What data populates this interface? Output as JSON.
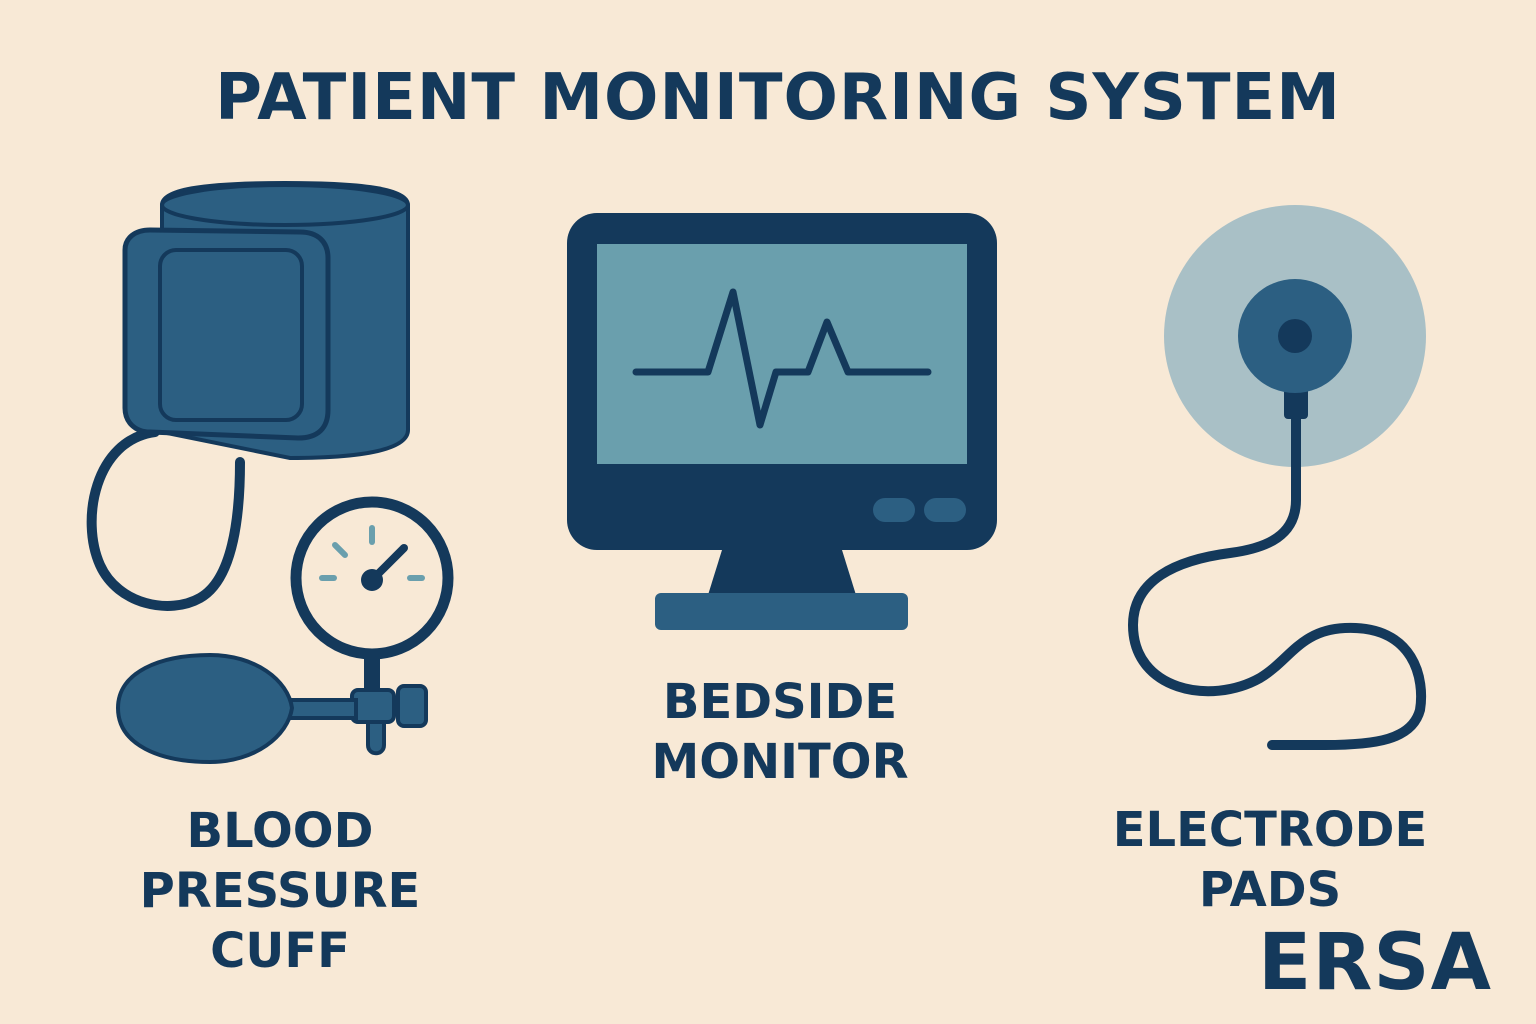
{
  "title": "PATIENT MONITORING SYSTEM",
  "items": [
    {
      "icon": "blood-pressure-cuff-icon",
      "label_lines": [
        "BLOOD",
        "PRESSURE",
        "CUFF"
      ]
    },
    {
      "icon": "bedside-monitor-icon",
      "label_lines": [
        "BEDSIDE",
        "MONITOR"
      ]
    },
    {
      "icon": "electrode-pad-icon",
      "label_lines": [
        "ELECTRODE",
        "PADS"
      ]
    }
  ],
  "watermark": "ERSA",
  "colors": {
    "background": "#f8e9d6",
    "navy": "#14395b",
    "steel_blue": "#2c5f82",
    "screen_teal": "#6a9fad",
    "pad_halo": "#a9c0c6"
  }
}
